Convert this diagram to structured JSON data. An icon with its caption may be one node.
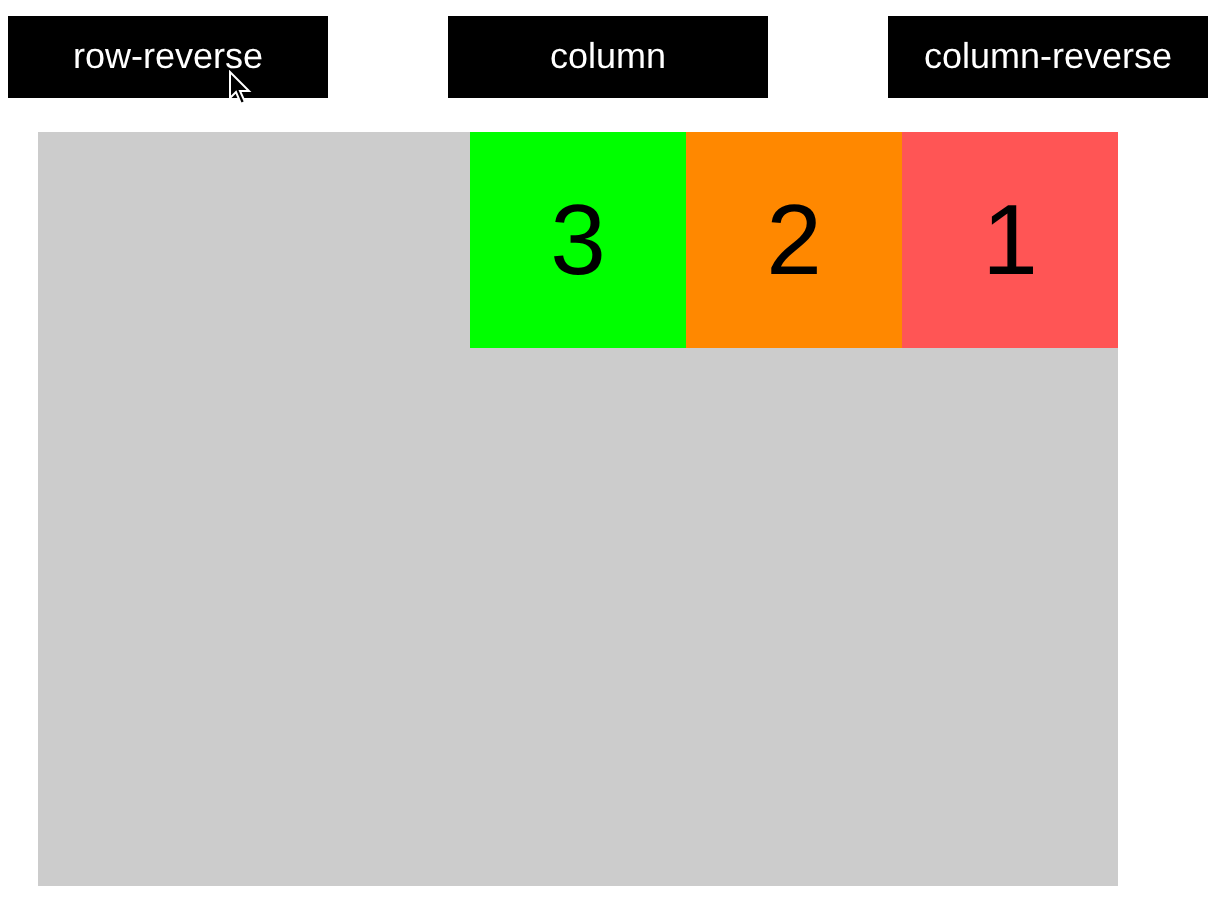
{
  "diagram": {
    "nodes": [
      {
        "text": [
          "row-reverse"
        ]
      },
      {
        "text": [
          "column"
        ]
      },
      {
        "text": [
          "column-reverse"
        ]
      },
      {
        "text": [],
        "shape": "box"
      },
      {
        "text": [
          "3"
        ],
        "in": 3
      },
      {
        "text": [
          "2"
        ],
        "in": 3
      },
      {
        "text": [
          "1"
        ],
        "in": 3
      }
    ],
    "edges": []
  }
}
